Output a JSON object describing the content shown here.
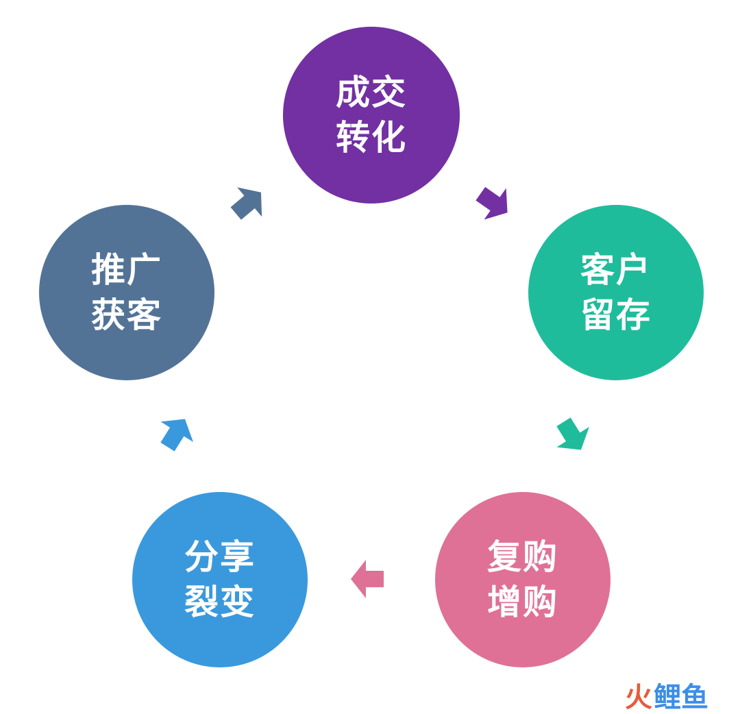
{
  "nodes": [
    {
      "id": "deal-conversion",
      "line1": "成交",
      "line2": "转化",
      "color": "#7230a2"
    },
    {
      "id": "customer-retention",
      "line1": "客户",
      "line2": "留存",
      "color": "#1fbc9c"
    },
    {
      "id": "repurchase",
      "line1": "复购",
      "line2": "增购",
      "color": "#df7196"
    },
    {
      "id": "share-fission",
      "line1": "分享",
      "line2": "裂变",
      "color": "#3a99dc"
    },
    {
      "id": "promotion-acquisition",
      "line1": "推广",
      "line2": "获客",
      "color": "#537396"
    }
  ],
  "arrows": [
    {
      "from": "deal-conversion",
      "to": "customer-retention",
      "color": "#7230a2"
    },
    {
      "from": "customer-retention",
      "to": "repurchase",
      "color": "#1fbc9c"
    },
    {
      "from": "repurchase",
      "to": "share-fission",
      "color": "#df7196"
    },
    {
      "from": "share-fission",
      "to": "promotion-acquisition",
      "color": "#3a99dc"
    },
    {
      "from": "promotion-acquisition",
      "to": "deal-conversion",
      "color": "#537396"
    }
  ],
  "watermark": {
    "part1": "火",
    "part2": "鲤鱼",
    "color1": "#e95a3b",
    "color2": "#3d8ee8"
  }
}
